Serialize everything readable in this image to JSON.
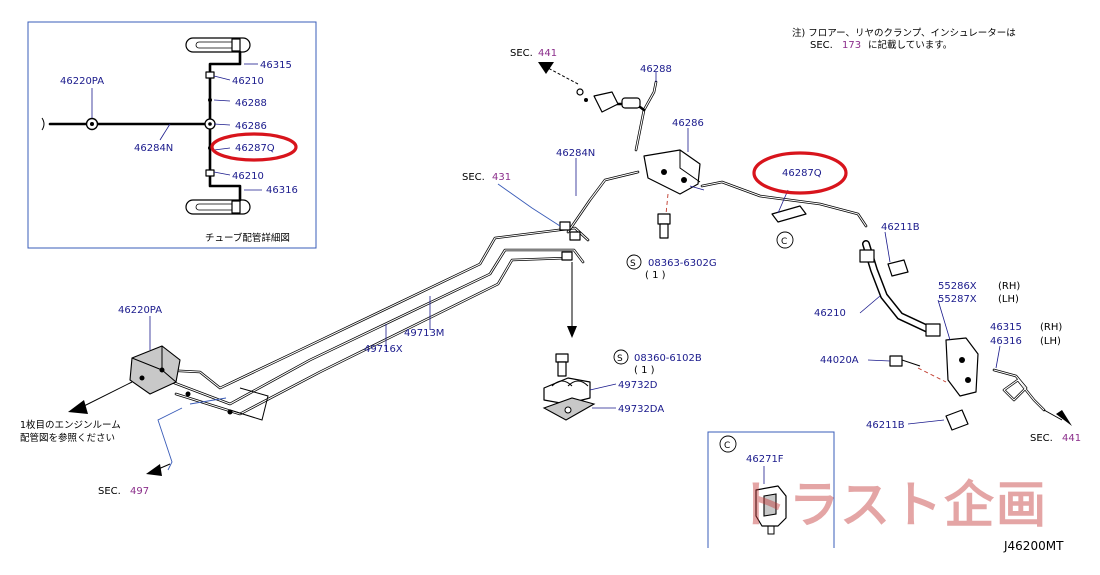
{
  "note": {
    "line1": "注) フロアー、リヤのクランプ、インシュレーターは",
    "line2_prefix": "SEC.",
    "line2_sec": "173",
    "line2_suffix": "に記載しています。"
  },
  "inset": {
    "caption": "チューブ配管詳細図",
    "labels": [
      "46315",
      "46210",
      "46288",
      "46286",
      "46287Q",
      "46210",
      "46316",
      "46220PA",
      "46284N"
    ]
  },
  "sec_refs": {
    "top": {
      "prefix": "SEC.",
      "num": "441"
    },
    "left": {
      "prefix": "SEC.",
      "num": "431"
    },
    "bottom_left": {
      "prefix": "SEC.",
      "num": "497"
    },
    "right": {
      "prefix": "SEC.",
      "num": "441"
    }
  },
  "parts": {
    "p46288": "46288",
    "p46286": "46286",
    "p46284N": "46284N",
    "p46287Q": "46287Q",
    "p46211B_top": "46211B",
    "p46211B_bot": "46211B",
    "p46220PA": "46220PA",
    "p49713M": "49713M",
    "p49716X": "49716X",
    "p49732D": "49732D",
    "p49732DA": "49732DA",
    "p46210": "46210",
    "p44020A": "44020A",
    "p55286X": "55286X",
    "p55287X": "55287X",
    "p46315": "46315",
    "p46316": "46316",
    "rh1": "(RH)",
    "lh1": "(LH)",
    "rh2": "(RH)",
    "lh2": "(LH)",
    "p46271F": "46271F",
    "bolt1": "08363-6302G",
    "bolt1_qty": "( 1 )",
    "bolt2": "08360-6102B",
    "bolt2_qty": "( 1 )",
    "s_mark": "S",
    "c_mark": "C"
  },
  "engine_note": {
    "line1": "1枚目のエンジンルーム",
    "line2": "配管図を参照ください"
  },
  "watermark": "トラスト企画",
  "diagram_code": "J46200MT",
  "colors": {
    "part_number": "#1a1a8c",
    "sec_number": "#8b2e8b",
    "highlight": "#d8141c",
    "watermark": "#c43a3a"
  }
}
